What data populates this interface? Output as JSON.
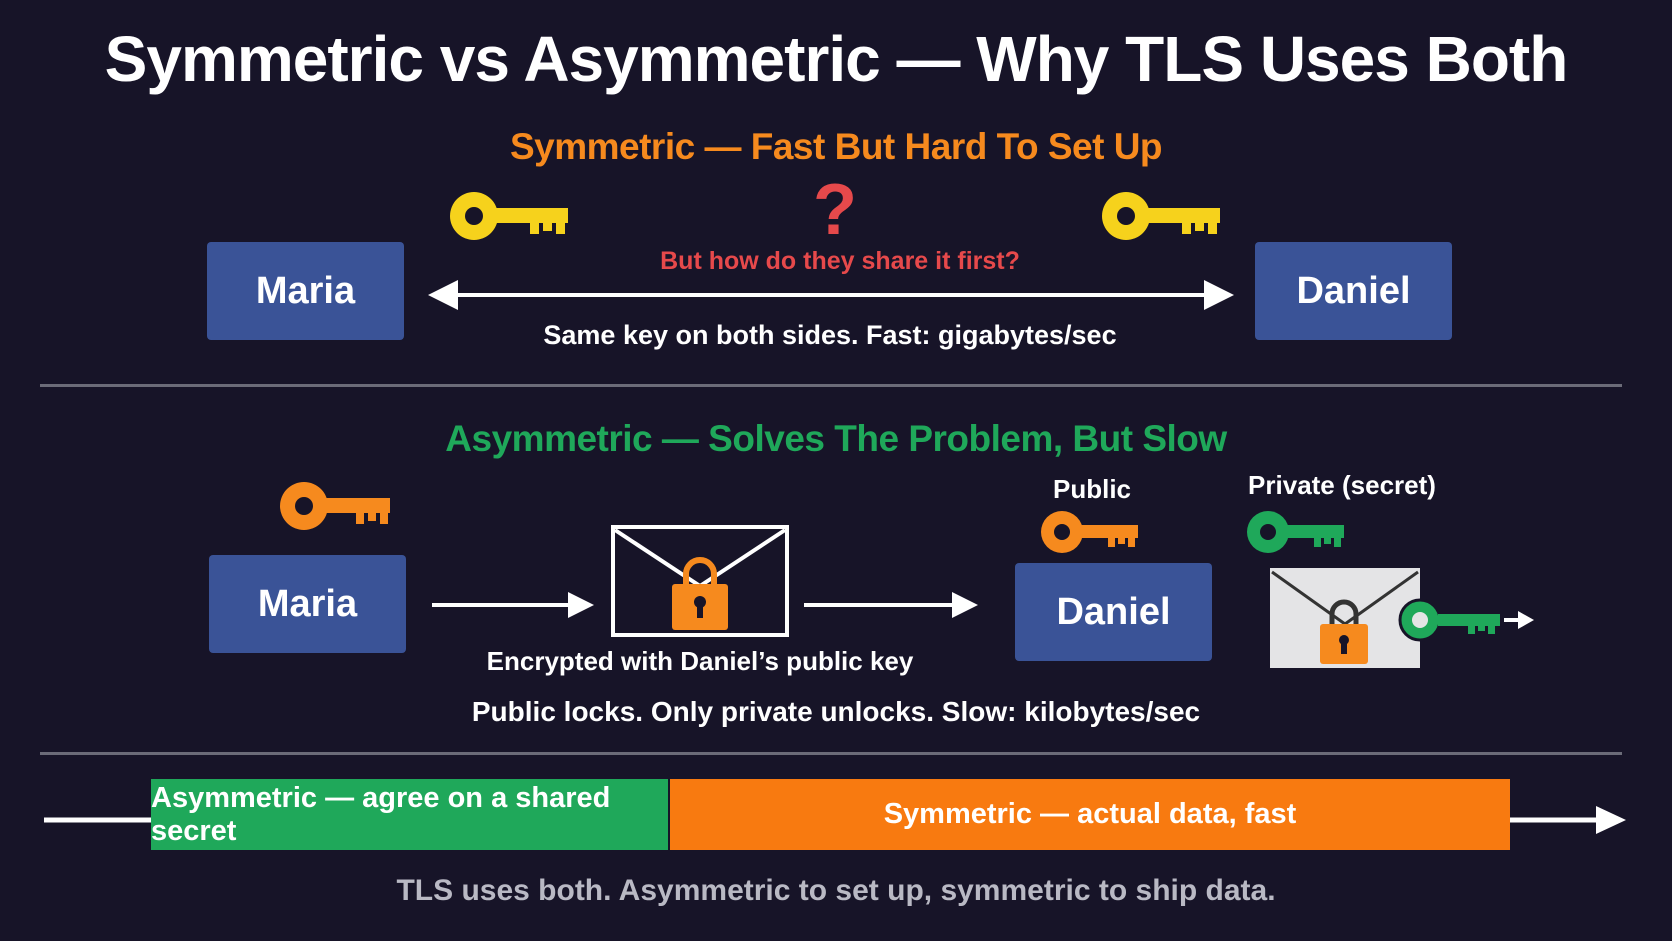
{
  "title": "Symmetric vs Asymmetric — Why TLS Uses Both",
  "symmetric": {
    "heading": "Symmetric — Fast But Hard To Set Up",
    "left_person": "Maria",
    "right_person": "Daniel",
    "question_mark": "?",
    "question": "But how do they share it first?",
    "caption": "Same key on both sides. Fast: gigabytes/sec",
    "key_color": "#f6d21c",
    "person_color": "#3a5397"
  },
  "asymmetric": {
    "heading": "Asymmetric — Solves The Problem, But Slow",
    "left_person": "Maria",
    "right_person": "Daniel",
    "public_label": "Public",
    "private_label": "Private (secret)",
    "envelope_caption": "Encrypted with Daniel’s public key",
    "caption": "Public locks. Only private unlocks. Slow: kilobytes/sec",
    "public_key_color": "#f68a1e",
    "private_key_color": "#1fa85a"
  },
  "timeline": {
    "asym_segment": "Asymmetric — agree on a shared secret",
    "sym_segment": "Symmetric — actual data, fast",
    "asym_color": "#1fa85a",
    "sym_color": "#f87a10"
  },
  "footer": "TLS uses both. Asymmetric to set up, symmetric to ship data."
}
